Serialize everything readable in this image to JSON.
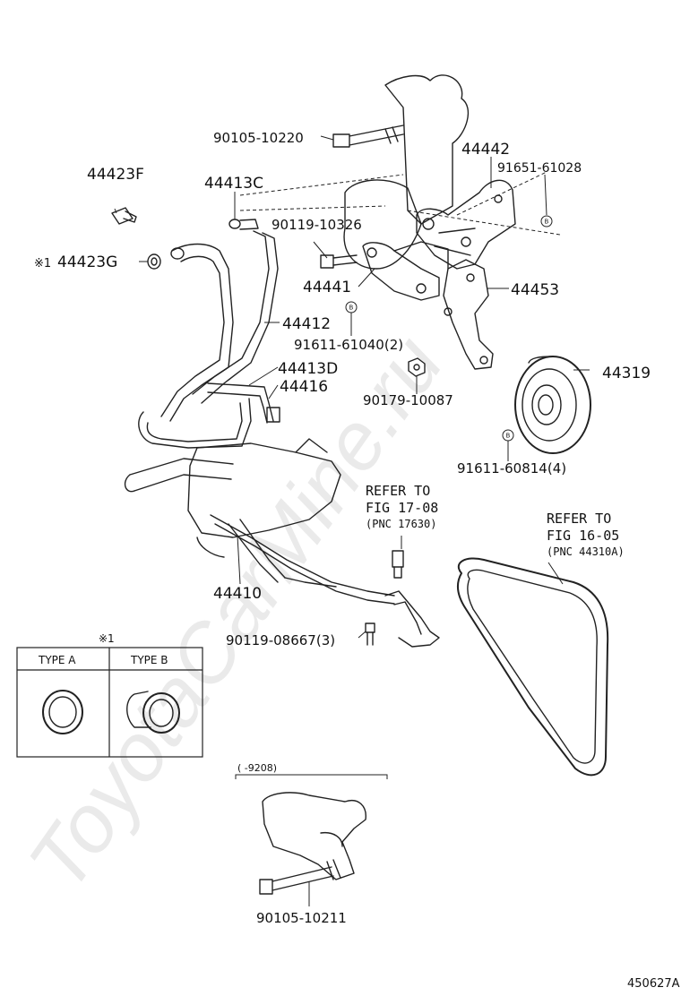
{
  "watermark": "ToyotaCarMine.ru",
  "figure_id": "450627A",
  "note_mark": "※1",
  "callouts": {
    "bolt_top": "90105-10220",
    "bracket_44442": "44442",
    "nut_91651": "91651-61028",
    "union_44423f": "44423F",
    "clamp_44413c": "44413C",
    "bolt_90119a": "90119-10326",
    "gasket_44423g": "44423G",
    "bracket_44441": "44441",
    "stay_44453": "44453",
    "hose_44412": "44412",
    "bolt_91611a": "91611-61040(2)",
    "clamp_44413d": "44413D",
    "tube_44416": "44416",
    "nut_90179": "90179-10087",
    "pulley_44319": "44319",
    "bolt_91611b": "91611-60814(4)",
    "pump_44410": "44410",
    "bolt_90119b": "90119-08667(3)",
    "bolt_bottom": "90105-10211"
  },
  "refs": {
    "ref1_line1": "REFER TO",
    "ref1_line2": "FIG 17-08",
    "ref1_line3": "(PNC 17630)",
    "ref2_line1": "REFER TO",
    "ref2_line2": "FIG 16-05",
    "ref2_line3": "(PNC 44310A)"
  },
  "legend": {
    "title": "※1",
    "type_a": "TYPE A",
    "type_b": "TYPE B"
  },
  "variant_range": "(    -9208)",
  "bolt_marker_letter": "B",
  "marker_letter": "1"
}
